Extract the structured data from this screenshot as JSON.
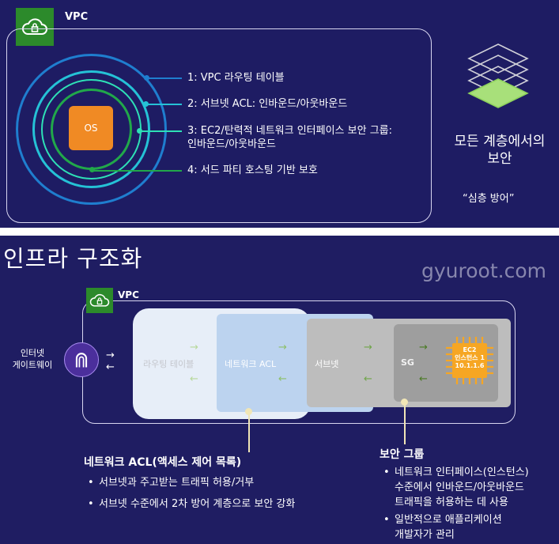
{
  "top": {
    "vpc_label": "VPC",
    "os_label": "OS",
    "layers": [
      {
        "text": "1: VPC 라우팅 테이블"
      },
      {
        "text": "2: 서브넷 ACL: 인바운드/아웃바운드"
      },
      {
        "text_line1": "3: EC2/탄력적 네트워크 인터페이스 보안 그룹:",
        "text_line2": "인바운드/아웃바운드"
      },
      {
        "text": "4: 서드 파티 호스팅 기반 보호"
      }
    ],
    "everywhere_line1": "모든 계층에서의",
    "everywhere_line2": "보안",
    "defense_depth": "“심층 방어”",
    "colors": {
      "ring_outer": "#1f7ecf",
      "ring_2": "#25c2d6",
      "ring_3": "#2ee0b6",
      "ring_inner": "#21a84a",
      "os": "#f08a24"
    }
  },
  "bottom": {
    "title": "인프라 구조화",
    "watermark": "gyuroot.com",
    "vpc_label": "VPC",
    "igw_label_line1": "인터넷",
    "igw_label_line2": "게이트웨이",
    "zones": {
      "routing": "라우팅 테이블",
      "nacl": "네트워크 ACL",
      "subnet": "서브넷",
      "sg": "SG"
    },
    "ec2": {
      "line1": "EC2",
      "line2": "인스턴스 1",
      "line3": "10.1.1.6"
    },
    "nacl_section": {
      "title": "네트워크 ACL(액세스 제어 목록)",
      "bullets": [
        "서브넷과 주고받는 트래픽 허용/거부",
        "서브넷 수준에서 2차 방어 계층으로 보안 강화"
      ]
    },
    "sg_section": {
      "title": "보안 그룹",
      "bullet1_lines": [
        "네트워크 인터페이스(인스턴스)",
        "수준에서 인바운드/아웃바운드",
        "트래픽을 허용하는 데 사용"
      ],
      "bullet2_lines": [
        "일반적으로 애플리케이션",
        "개발자가 관리"
      ]
    }
  }
}
